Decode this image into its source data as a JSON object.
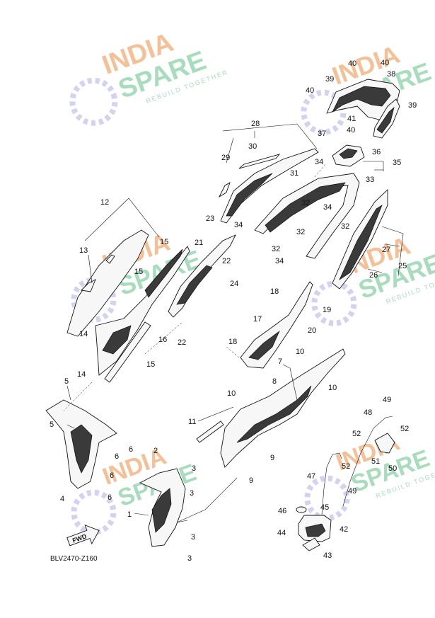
{
  "diagram": {
    "code": "BLV2470-Z160",
    "direction_badge": "FWD",
    "watermark": {
      "line1": "INDIA",
      "line2": "SPARE",
      "tagline": "REBUILD TOGETHER",
      "colors": {
        "india": "#f5b98c",
        "spare": "#9ed9b5",
        "tagline": "#9ed9b5",
        "icon": "#cfcdf0"
      }
    },
    "callouts": {
      "c1": "1",
      "c2": "2",
      "c3a": "3",
      "c3b": "3",
      "c3c": "3",
      "c3d": "3",
      "c4": "4",
      "c5a": "5",
      "c5b": "5",
      "c6a": "6",
      "c6b": "6",
      "c6c": "6",
      "c6d": "6",
      "c8": "8",
      "c7": "7",
      "c9a": "9",
      "c9b": "9",
      "c10a": "10",
      "c10b": "10",
      "c10c": "10",
      "c11": "11",
      "c12": "12",
      "c13": "13",
      "c14a": "14",
      "c14b": "14",
      "c15a": "15",
      "c15b": "15",
      "c15c": "15",
      "c16": "16",
      "c17": "17",
      "c18a": "18",
      "c18b": "18",
      "c19": "19",
      "c20": "20",
      "c21": "21",
      "c22a": "22",
      "c22b": "22",
      "c23": "23",
      "c24": "24",
      "c25": "25",
      "c26": "26",
      "c27": "27",
      "c28": "28",
      "c29": "29",
      "c30": "30",
      "c31": "31",
      "c32a": "32",
      "c32b": "32",
      "c32c": "32",
      "c32d": "32",
      "c33": "33",
      "c34a": "34",
      "c34b": "34",
      "c34c": "34",
      "c34d": "34",
      "c35": "35",
      "c36": "36",
      "c37": "37",
      "c38": "38",
      "c39a": "39",
      "c39b": "39",
      "c40a": "40",
      "c40b": "40",
      "c40c": "40",
      "c40d": "40",
      "c41": "41",
      "c42": "42",
      "c43": "43",
      "c44": "44",
      "c45": "45",
      "c46": "46",
      "c47": "47",
      "c48": "48",
      "c49a": "49",
      "c49b": "49",
      "c50": "50",
      "c51": "51",
      "c52a": "52",
      "c52b": "52",
      "c52c": "52"
    }
  }
}
